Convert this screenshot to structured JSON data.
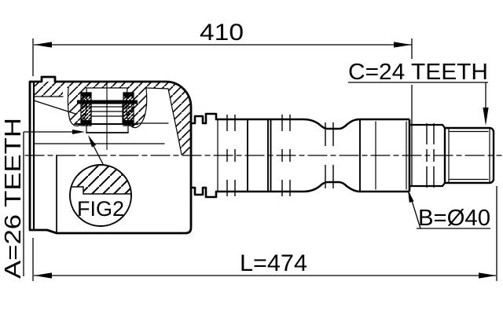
{
  "labels": {
    "dim_top": "410",
    "dim_total": "L=474",
    "spline_left": "A=26 TEETH",
    "spline_right": "C=24 TEETH",
    "shaft_diameter": "B=Ø40",
    "detail": "FIG2"
  },
  "colors": {
    "line": "#000000",
    "background": "#ffffff"
  }
}
